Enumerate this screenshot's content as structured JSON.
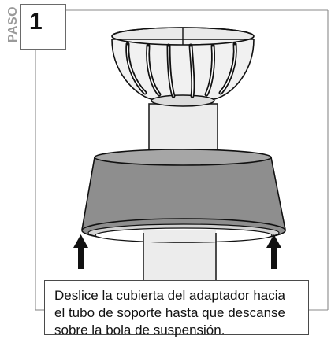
{
  "step": {
    "label": "PASO",
    "number": "1"
  },
  "caption": {
    "lines": [
      "Deslice la cubierta del adaptador hacia",
      "el tubo de soporte hasta que descanse",
      "sobre la bola de suspensión."
    ]
  },
  "illustration": {
    "components": [
      "hanger-ball",
      "downrod",
      "coupling-cover",
      "up-arrow-icon",
      "up-arrow-icon"
    ]
  }
}
